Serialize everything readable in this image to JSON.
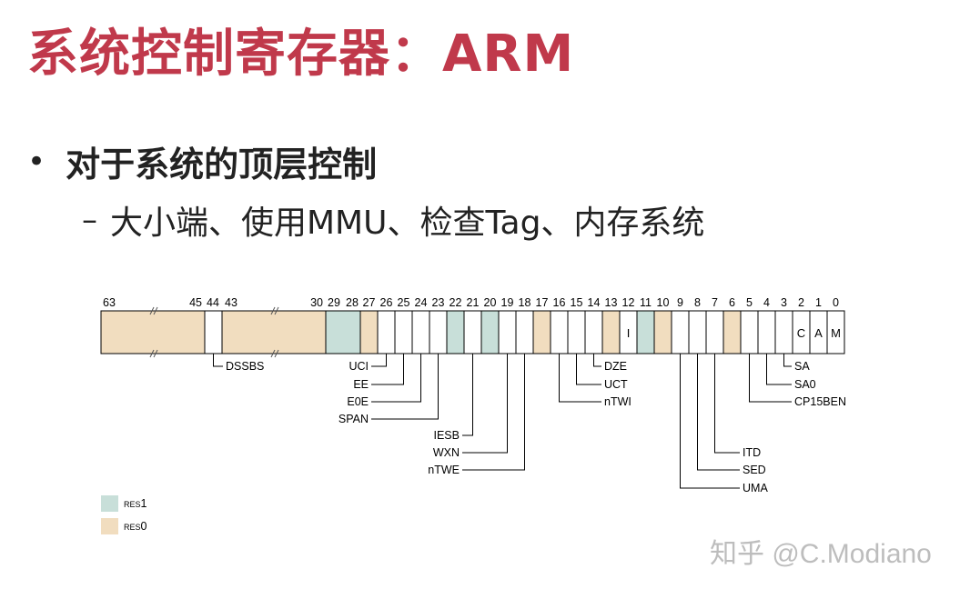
{
  "slide": {
    "title": "系统控制寄存器：ARM",
    "bullet": "对于系统的顶层控制",
    "sub_bullet": "大小端、使用MMU、检查Tag、内存系统",
    "watermark": "知乎 @C.Modiano"
  },
  "colors": {
    "title": "#c0394b",
    "res1": "#c8dfd9",
    "res0": "#f1ddbf",
    "line": "#000000",
    "text": "#222222"
  },
  "register": {
    "fields": [
      {
        "bits": "63-45",
        "type": "res0",
        "label": ""
      },
      {
        "bits": "44",
        "type": "field",
        "label": ""
      },
      {
        "bits": "43-30",
        "type": "res0",
        "label": ""
      },
      {
        "bits": "29-28",
        "type": "res1",
        "label": ""
      },
      {
        "bits": "27",
        "type": "res0",
        "label": ""
      },
      {
        "bits": "26",
        "type": "field",
        "label": ""
      },
      {
        "bits": "25",
        "type": "field",
        "label": ""
      },
      {
        "bits": "24",
        "type": "field",
        "label": ""
      },
      {
        "bits": "23",
        "type": "field",
        "label": ""
      },
      {
        "bits": "22",
        "type": "res1",
        "label": ""
      },
      {
        "bits": "21",
        "type": "field",
        "label": ""
      },
      {
        "bits": "20",
        "type": "res1",
        "label": ""
      },
      {
        "bits": "19",
        "type": "field",
        "label": ""
      },
      {
        "bits": "18",
        "type": "field",
        "label": ""
      },
      {
        "bits": "17",
        "type": "res0",
        "label": ""
      },
      {
        "bits": "16",
        "type": "field",
        "label": ""
      },
      {
        "bits": "15",
        "type": "field",
        "label": ""
      },
      {
        "bits": "14",
        "type": "field",
        "label": ""
      },
      {
        "bits": "13",
        "type": "res0",
        "label": ""
      },
      {
        "bits": "12",
        "type": "field",
        "label": "I"
      },
      {
        "bits": "11",
        "type": "res1",
        "label": ""
      },
      {
        "bits": "10",
        "type": "res0",
        "label": ""
      },
      {
        "bits": "9",
        "type": "field",
        "label": ""
      },
      {
        "bits": "8",
        "type": "field",
        "label": ""
      },
      {
        "bits": "7",
        "type": "field",
        "label": ""
      },
      {
        "bits": "6",
        "type": "res0",
        "label": ""
      },
      {
        "bits": "5",
        "type": "field",
        "label": ""
      },
      {
        "bits": "4",
        "type": "field",
        "label": ""
      },
      {
        "bits": "3",
        "type": "field",
        "label": ""
      },
      {
        "bits": "2",
        "type": "field",
        "label": "C"
      },
      {
        "bits": "1",
        "type": "field",
        "label": "A"
      },
      {
        "bits": "0",
        "type": "field",
        "label": "M"
      }
    ],
    "bit_numbers": [
      "63",
      "45",
      "44",
      "43",
      "30",
      "29",
      "28",
      "27",
      "26",
      "25",
      "24",
      "23",
      "22",
      "21",
      "20",
      "19",
      "18",
      "17",
      "16",
      "15",
      "14",
      "13",
      "12",
      "11",
      "10",
      "9",
      "8",
      "7",
      "6",
      "5",
      "4",
      "3",
      "2",
      "1",
      "0"
    ],
    "callouts": [
      {
        "name": "DSSBS",
        "bit": "44",
        "side": "right"
      },
      {
        "name": "UCI",
        "bit": "26",
        "side": "left"
      },
      {
        "name": "EE",
        "bit": "25",
        "side": "left"
      },
      {
        "name": "E0E",
        "bit": "24",
        "side": "left"
      },
      {
        "name": "SPAN",
        "bit": "23",
        "side": "left"
      },
      {
        "name": "IESB",
        "bit": "21",
        "side": "left"
      },
      {
        "name": "WXN",
        "bit": "19",
        "side": "left"
      },
      {
        "name": "nTWE",
        "bit": "18",
        "side": "left"
      },
      {
        "name": "DZE",
        "bit": "14",
        "side": "right"
      },
      {
        "name": "UCT",
        "bit": "15",
        "side": "right"
      },
      {
        "name": "nTWI",
        "bit": "16",
        "side": "right"
      },
      {
        "name": "ITD",
        "bit": "7",
        "side": "right"
      },
      {
        "name": "SED",
        "bit": "8",
        "side": "right"
      },
      {
        "name": "UMA",
        "bit": "9",
        "side": "right"
      },
      {
        "name": "SA",
        "bit": "3",
        "side": "right"
      },
      {
        "name": "SA0",
        "bit": "4",
        "side": "right"
      },
      {
        "name": "CP15BEN",
        "bit": "5",
        "side": "right"
      }
    ]
  },
  "legend": [
    {
      "key": "res1",
      "label_small": "RES",
      "label_digit": "1"
    },
    {
      "key": "res0",
      "label_small": "RES",
      "label_digit": "0"
    }
  ]
}
